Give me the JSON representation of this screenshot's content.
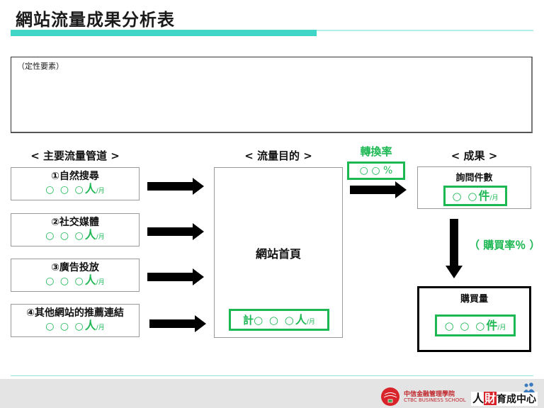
{
  "title": "網站流量成果分析表",
  "qualitative": {
    "label": "（定性要素）"
  },
  "sections": {
    "channels_heading": "< 主要流量管道 >",
    "purpose_heading": "< 流量目的 >",
    "results_heading": "< 成果 >"
  },
  "channels": [
    {
      "name": "①自然搜尋",
      "value": "○ ○ ○",
      "unit_big": "人",
      "unit": "/月"
    },
    {
      "name": "②社交媒體",
      "value": "○ ○ ○",
      "unit_big": "人",
      "unit": "/月"
    },
    {
      "name": "③廣告投放",
      "value": "○ ○ ○",
      "unit_big": "人",
      "unit": "/月"
    },
    {
      "name": "④其他網站的推薦連結",
      "value": "○ ○ ○",
      "unit_big": "人",
      "unit": "/月"
    }
  ],
  "purpose": {
    "label": "網站首頁",
    "total_prefix": "計",
    "total_value": "○ ○ ○",
    "total_unit_big": "人",
    "total_unit": "/月"
  },
  "conversion": {
    "label": "轉換率",
    "value": "○ ○ %"
  },
  "results": {
    "inquiries": {
      "label": "詢問件數",
      "value": "○ ○",
      "unit_big": "件",
      "unit": "/月"
    },
    "purchase_rate": "（ 購買率％ ）",
    "purchases": {
      "label": "購買量",
      "value": "○ ○ ○",
      "unit_big": "件",
      "unit": "/月"
    }
  },
  "footer": {
    "school_cn": "中信金融管理學院",
    "school_en": "CTBC BUSINESS SCHOOL",
    "center_parts": [
      "人",
      "財",
      "育成中心"
    ]
  },
  "colors": {
    "accent_teal": "#3fd6c7",
    "green": "#1db854",
    "footer_bg": "#e4e4e4",
    "logo_red": "#d8232a"
  }
}
